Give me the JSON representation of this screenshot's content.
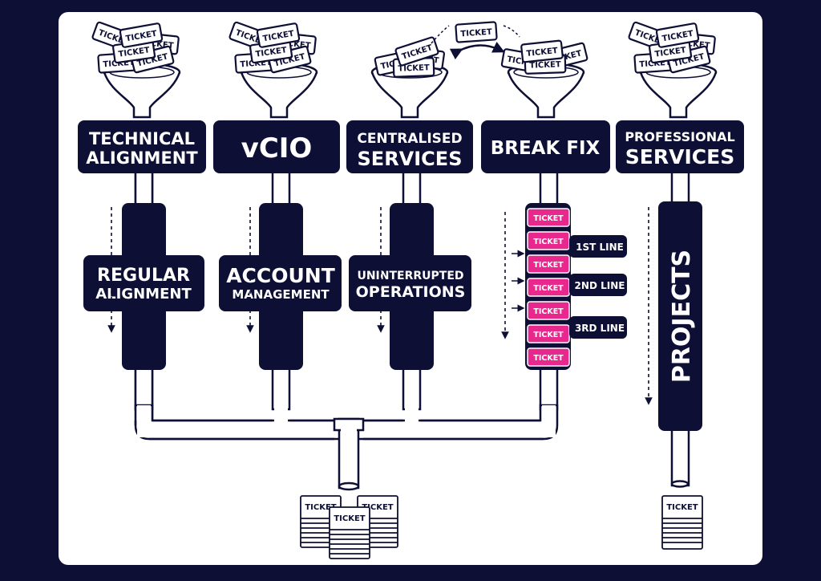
{
  "colors": {
    "background": "#0d0f35",
    "canvas": "#ffffff",
    "navy": "#0d0f35",
    "pink": "#e8288c"
  },
  "ticket_text": "TICKET",
  "columns": [
    {
      "id": "technical",
      "label_lines": [
        "TECHNICAL",
        "ALIGNMENT"
      ],
      "process_lines": [
        "REGULAR",
        "ALIGNMENT"
      ]
    },
    {
      "id": "vcio",
      "label_lines": [
        "vCIO"
      ],
      "process_lines": [
        "ACCOUNT",
        "MANAGEMENT"
      ]
    },
    {
      "id": "centralised",
      "label_lines": [
        "CENTRALISED",
        "SERVICES"
      ],
      "process_lines": [
        "UNINTERRUPTED",
        "OPERATIONS"
      ]
    },
    {
      "id": "breakfix",
      "label_lines": [
        "BREAK FIX"
      ],
      "process_lines": []
    },
    {
      "id": "professional",
      "label_lines": [
        "PROFESSIONAL",
        "SERVICES"
      ],
      "process_lines": [
        "PROJECTS"
      ]
    }
  ],
  "support_lines": [
    "1ST LINE",
    "2ND LINE",
    "3RD LINE"
  ],
  "icons": [
    "funnel-icon",
    "ticket-icon",
    "pipe-icon",
    "arrow-icon",
    "ticket-stack-icon"
  ]
}
